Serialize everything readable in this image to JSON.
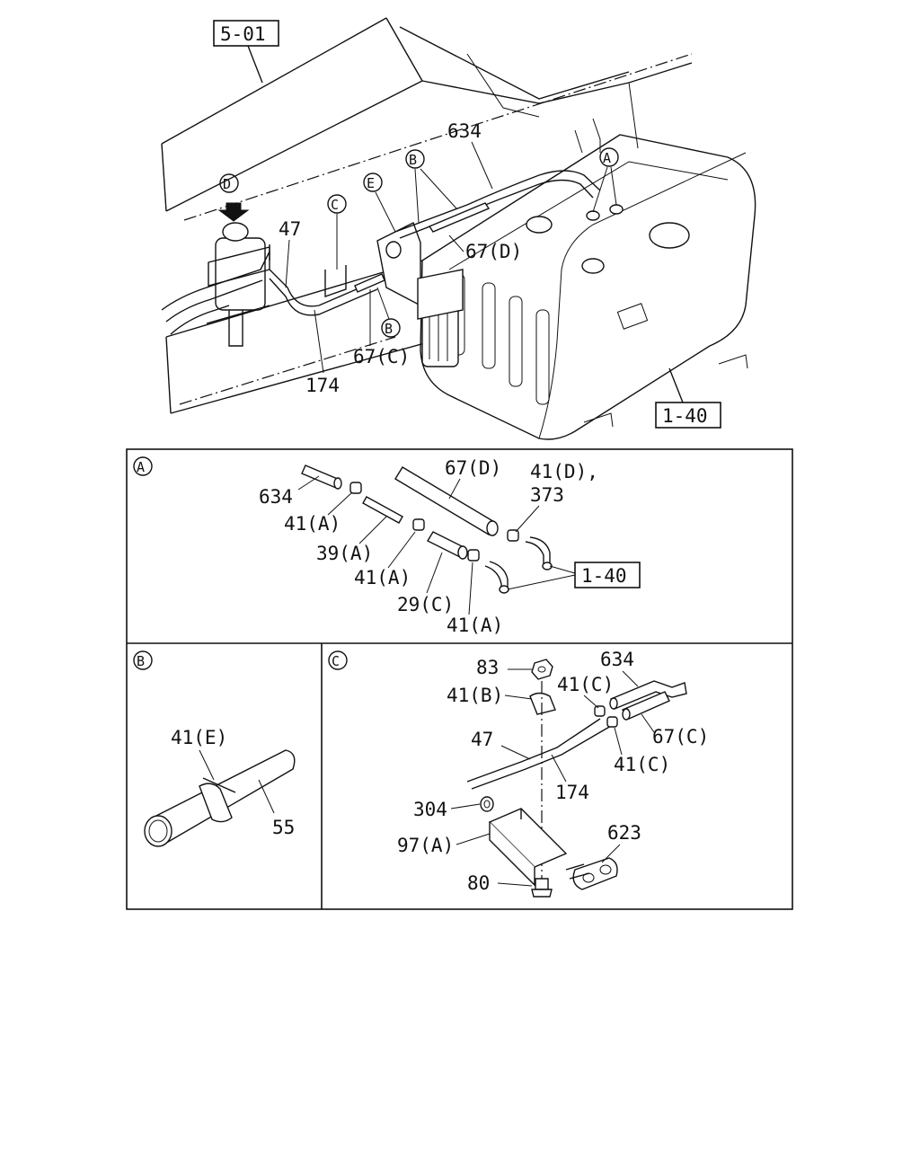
{
  "main": {
    "ref_frame_top": "5-01",
    "ref_tank": "1-40",
    "callouts": [
      "A",
      "B",
      "C",
      "D",
      "E",
      "B"
    ],
    "labels": {
      "p634": "634",
      "p47": "47",
      "p174": "174",
      "p67d": "67(D)",
      "p67c": "67(C)"
    }
  },
  "panel_a": {
    "letter": "A",
    "labels": {
      "p634": "634",
      "p67d": "67(D)",
      "p41d": "41(D),",
      "p373": "373",
      "p41a_1": "41(A)",
      "p39a": "39(A)",
      "p41a_2": "41(A)",
      "p29c": "29(C)",
      "p41a_3": "41(A)",
      "ref": "1-40"
    }
  },
  "panel_b": {
    "letter": "B",
    "labels": {
      "p41e": "41(E)",
      "p55": "55"
    }
  },
  "panel_c": {
    "letter": "C",
    "labels": {
      "p83": "83",
      "p634": "634",
      "p41b": "41(B)",
      "p41c_1": "41(C)",
      "p47": "47",
      "p67c": "67(C)",
      "p41c_2": "41(C)",
      "p174": "174",
      "p304": "304",
      "p623": "623",
      "p97a": "97(A)",
      "p80": "80"
    }
  }
}
